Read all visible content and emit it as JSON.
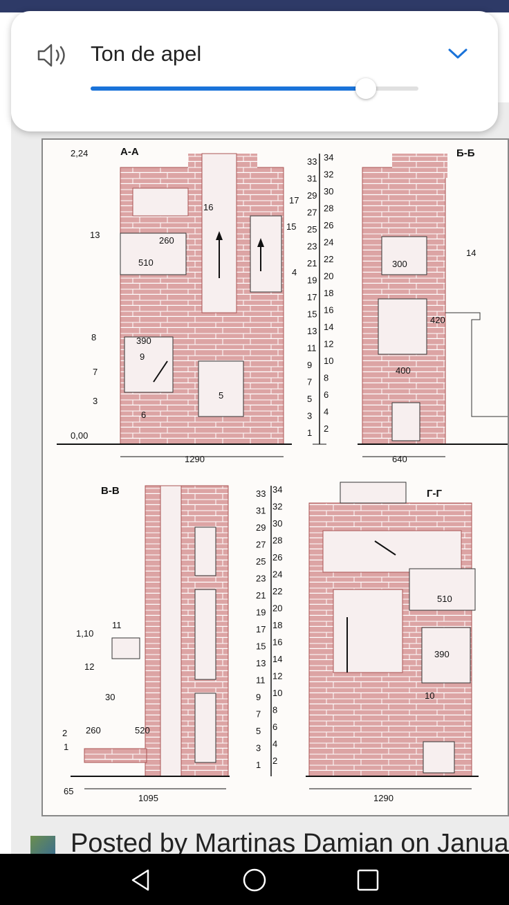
{
  "volume": {
    "title": "Ton de apel",
    "level": 0.84,
    "icons": {
      "speaker": "speaker-icon",
      "expand": "chevron-down-icon"
    }
  },
  "drawing": {
    "sections": [
      "А-А",
      "Б-Б",
      "В-В",
      "Г-Г"
    ],
    "elevations": [
      "2,24",
      "0,00",
      "1,10"
    ],
    "dimensions": [
      "1290",
      "640",
      "1095",
      "65",
      "510",
      "260",
      "390",
      "300",
      "420",
      "400",
      "520",
      "30"
    ],
    "callouts": [
      "1",
      "2",
      "3",
      "4",
      "5",
      "6",
      "7",
      "8",
      "9",
      "10",
      "11",
      "12",
      "13",
      "14",
      "15",
      "16",
      "17"
    ],
    "rows_odd": [
      "33",
      "31",
      "29",
      "27",
      "25",
      "23",
      "21",
      "19",
      "17",
      "15",
      "13",
      "11",
      "9",
      "7",
      "5",
      "3",
      "1"
    ],
    "rows_even": [
      "34",
      "32",
      "30",
      "28",
      "26",
      "24",
      "22",
      "20",
      "18",
      "16",
      "14",
      "12",
      "10",
      "8",
      "6",
      "4",
      "2"
    ]
  },
  "post": {
    "text": "Posted by Martinas Damian on Janua"
  },
  "colors": {
    "accent": "#1a73d9",
    "status_bar": "#2e3a67",
    "brick": "#dca4a4"
  }
}
